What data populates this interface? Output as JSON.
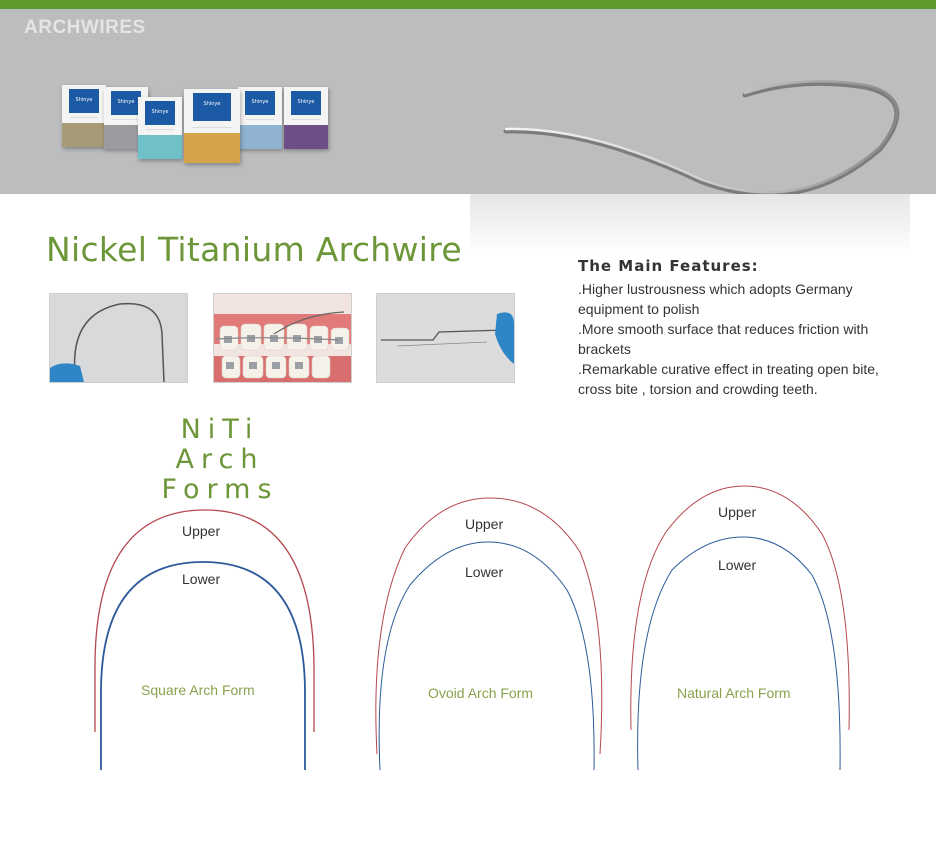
{
  "banner": {
    "title": "ARCHWIRES",
    "packs": [
      {
        "brand": "Shinye",
        "color": "#a79a78"
      },
      {
        "brand": "Shinye",
        "color": "#9a9c9f"
      },
      {
        "brand": "Shinye",
        "color": "#6fc0c9"
      },
      {
        "brand": "Shinye",
        "color": "#d4a44a"
      },
      {
        "brand": "Shinye",
        "color": "#8fb3d0"
      },
      {
        "brand": "Shinye",
        "color": "#6b4f86"
      }
    ]
  },
  "title": "Nickel Titanium Archwire",
  "features": {
    "heading": "The Main Features:",
    "items": [
      ".Higher lustrousness which adopts Germany equipment to polish",
      ".More smooth surface that reduces friction with brackets",
      ".Remarkable curative effect in treating open bite, cross bite , torsion and crowding teeth."
    ]
  },
  "niti": {
    "line1": "NiTi",
    "line2": "Arch Forms"
  },
  "arch_forms": [
    {
      "name": "Square Arch Form",
      "upper": "Upper",
      "lower": "Lower"
    },
    {
      "name": "Ovoid Arch Form",
      "upper": "Upper",
      "lower": "Lower"
    },
    {
      "name": "Natural Arch Form",
      "upper": "Upper",
      "lower": "Lower"
    }
  ],
  "colors": {
    "accent_green": "#6d9639",
    "upper_wire": "#b5474f",
    "lower_wire": "#2d5a9a"
  }
}
